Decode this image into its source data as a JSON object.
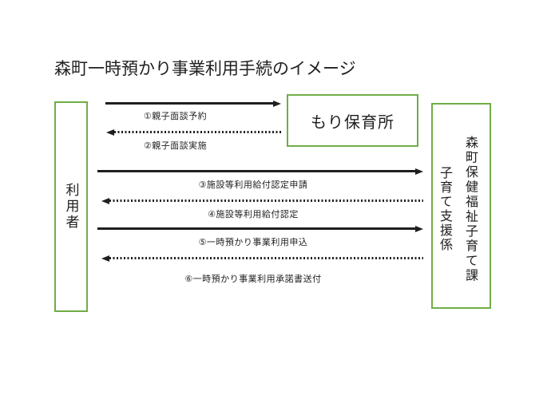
{
  "title": "森町一時預かり事業利用手続のイメージ",
  "actors": {
    "user": {
      "label": "利用者"
    },
    "nursery": {
      "label": "もり保育所"
    },
    "office": {
      "name_line": "森町保健福祉子育て課",
      "section_line": "子育て支援係"
    }
  },
  "flows": [
    {
      "step": "①親子面談予約",
      "style": "solid",
      "direction": "right"
    },
    {
      "step": "②親子面談実施",
      "style": "dotted",
      "direction": "left"
    },
    {
      "step": "③施設等利用給付認定申請",
      "style": "solid",
      "direction": "right"
    },
    {
      "step": "④施設等利用給付認定",
      "style": "dotted",
      "direction": "left"
    },
    {
      "step": "⑤一時預かり事業利用申込",
      "style": "solid",
      "direction": "right"
    },
    {
      "step": "⑥一時預かり事業利用承諾書送付",
      "style": "dotted",
      "direction": "left"
    }
  ],
  "colors": {
    "box_border": "#70ad47",
    "ink": "#1f1f1f",
    "background": "#ffffff"
  }
}
